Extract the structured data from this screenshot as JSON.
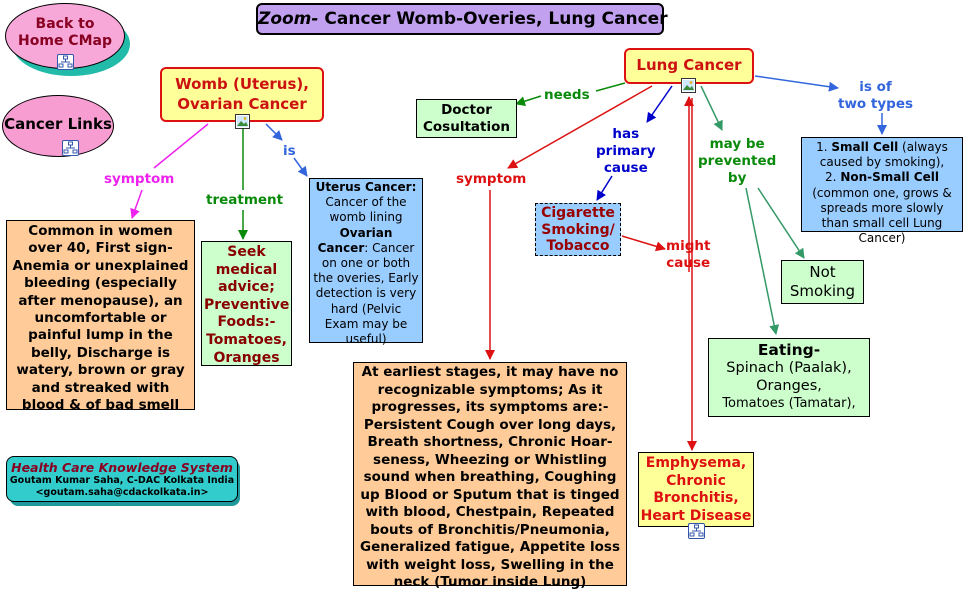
{
  "colors": {
    "blue": "#3366dd",
    "green": "#0a8a0a",
    "red": "#dd1111",
    "magenta": "#ee22ee",
    "darkblue": "#0000cc",
    "teal": "#339966"
  },
  "title": {
    "zoom": "Zoom-",
    "text": "Cancer Womb-Overies, Lung Cancer"
  },
  "back_home": {
    "line1": "Back to",
    "line2": "Home CMap"
  },
  "cancer_links": "Cancer Links",
  "womb": {
    "line1": "Womb (Uterus),",
    "line2": "Ovarian Cancer",
    "link_symptom": "symptom",
    "link_treatment": "treatment",
    "link_is": "is",
    "symptom_text": "Common in women over 40, First sign-Anemia or unexplained bleeding (especially after menopause), an uncomfortable or painful lump in the belly, Discharge is watery, brown or gray and streaked with blood & of bad smell",
    "treatment_text": "Seek medical advice; Preventive Foods:- Tomatoes, Oranges",
    "type": {
      "h1": "Uterus Cancer:",
      "t1": "Cancer of the womb lining",
      "h2": "Ovarian Cancer",
      "t2": ": Cancer on one or both the overies, Early detection is very hard (Pelvic Exam may be useful)"
    }
  },
  "lung": {
    "title": "Lung Cancer",
    "link_needs": "needs",
    "doctor": "Doctor Cosultation",
    "link_symptom": "symptom",
    "link_cause": {
      "l1": "has",
      "l2": "primary",
      "l3": "cause"
    },
    "cigarette": "Cigarette Smoking/ Tobacco",
    "link_might": {
      "l1": "might",
      "l2": "cause"
    },
    "link_prevented": {
      "l1": "may be",
      "l2": "prevented",
      "l3": "by"
    },
    "link_types": {
      "l1": "is of",
      "l2": "two types"
    },
    "types": {
      "n1": "1.",
      "h1": "Small Cell",
      "t1": "(always caused by smoking),",
      "n2": "2.",
      "h2": "Non-Small Cell",
      "t2": "(common one, grows & spreads more slowly than small cell Lung Cancer)"
    },
    "not_smoking": "Not Smoking",
    "eating": {
      "head": "Eating-",
      "l1": "Spinach (Paalak),",
      "l2": "Oranges,",
      "l3": "Tomatoes (Tamatar),"
    },
    "emphysema": "Emphysema, Chronic Bronchitis, Heart Disease",
    "symptom_text": "At earliest stages, it may have no recognizable symptoms; As it progresses, its symptoms are:- Persistent Cough over long days, Breath shortness, Chronic Hoar-seness, Wheezing or Whistling sound when breathing, Coughing up Blood or Sputum that is tinged with blood, Chestpain, Repeated bouts of Bronchitis/Pneumonia, Generalized fatigue, Appetite loss with weight loss, Swelling in the neck (Tumor inside Lung)"
  },
  "credits": {
    "title": "Health Care Knowledge System",
    "line1": "Goutam Kumar Saha, C-DAC Kolkata India",
    "line2": "<goutam.saha@cdackolkata.in>"
  }
}
